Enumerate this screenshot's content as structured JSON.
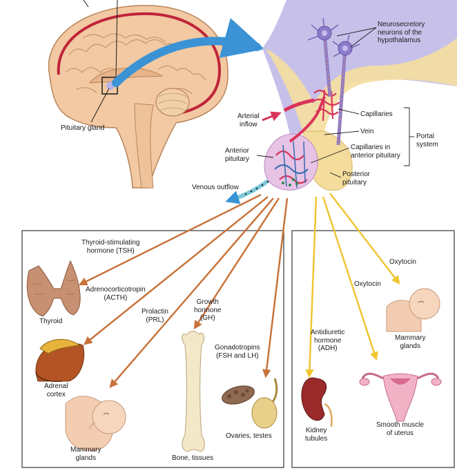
{
  "labels": {
    "pituitary_gland": "Pituitary gland",
    "neurosecretory": "Neurosecretory\nneurons of the\nhypothalamus",
    "arterial_inflow": "Arterial\ninflow",
    "capillaries": "Capillaries",
    "vein": "Vein",
    "capillaries_anterior": "Capillaries in\nanterior pituitary",
    "portal_system": "Portal\nsystem",
    "anterior_pituitary": "Anterior\npituitary",
    "posterior_pituitary": "Posterior\npituitary",
    "venous_outflow": "Venous outflow"
  },
  "anterior_hormones": {
    "tsh": "Thyroid-stimulating\nhormone (TSH)",
    "acth": "Adrenocorticotropin\n(ACTH)",
    "prl": "Prolactin\n(PRL)",
    "gh": "Growth\nhormone\n(GH)",
    "fsh_lh": "Gonadotropins\n(FSH and LH)"
  },
  "anterior_targets": {
    "thyroid": "Thyroid",
    "adrenal": "Adrenal\ncortex",
    "mammary": "Mammary\nglands",
    "bone": "Bone, tissues",
    "ovaries": "Ovaries, testes"
  },
  "posterior_hormones": {
    "adh": "Antidiuretic\nhormone\n(ADH)",
    "oxytocin_1": "Oxytocin",
    "oxytocin_2": "Oxytocin"
  },
  "posterior_targets": {
    "kidney": "Kidney\ntubules",
    "uterus": "Smooth muscle\nof uterus",
    "mammary": "Mammary\nglands"
  },
  "colors": {
    "anterior_arrow": "#c8733a",
    "posterior_arrow": "#f0c531",
    "blue_arrow": "#3b93d6",
    "artery": "#d8345a",
    "vein": "#3a6fb0"
  }
}
